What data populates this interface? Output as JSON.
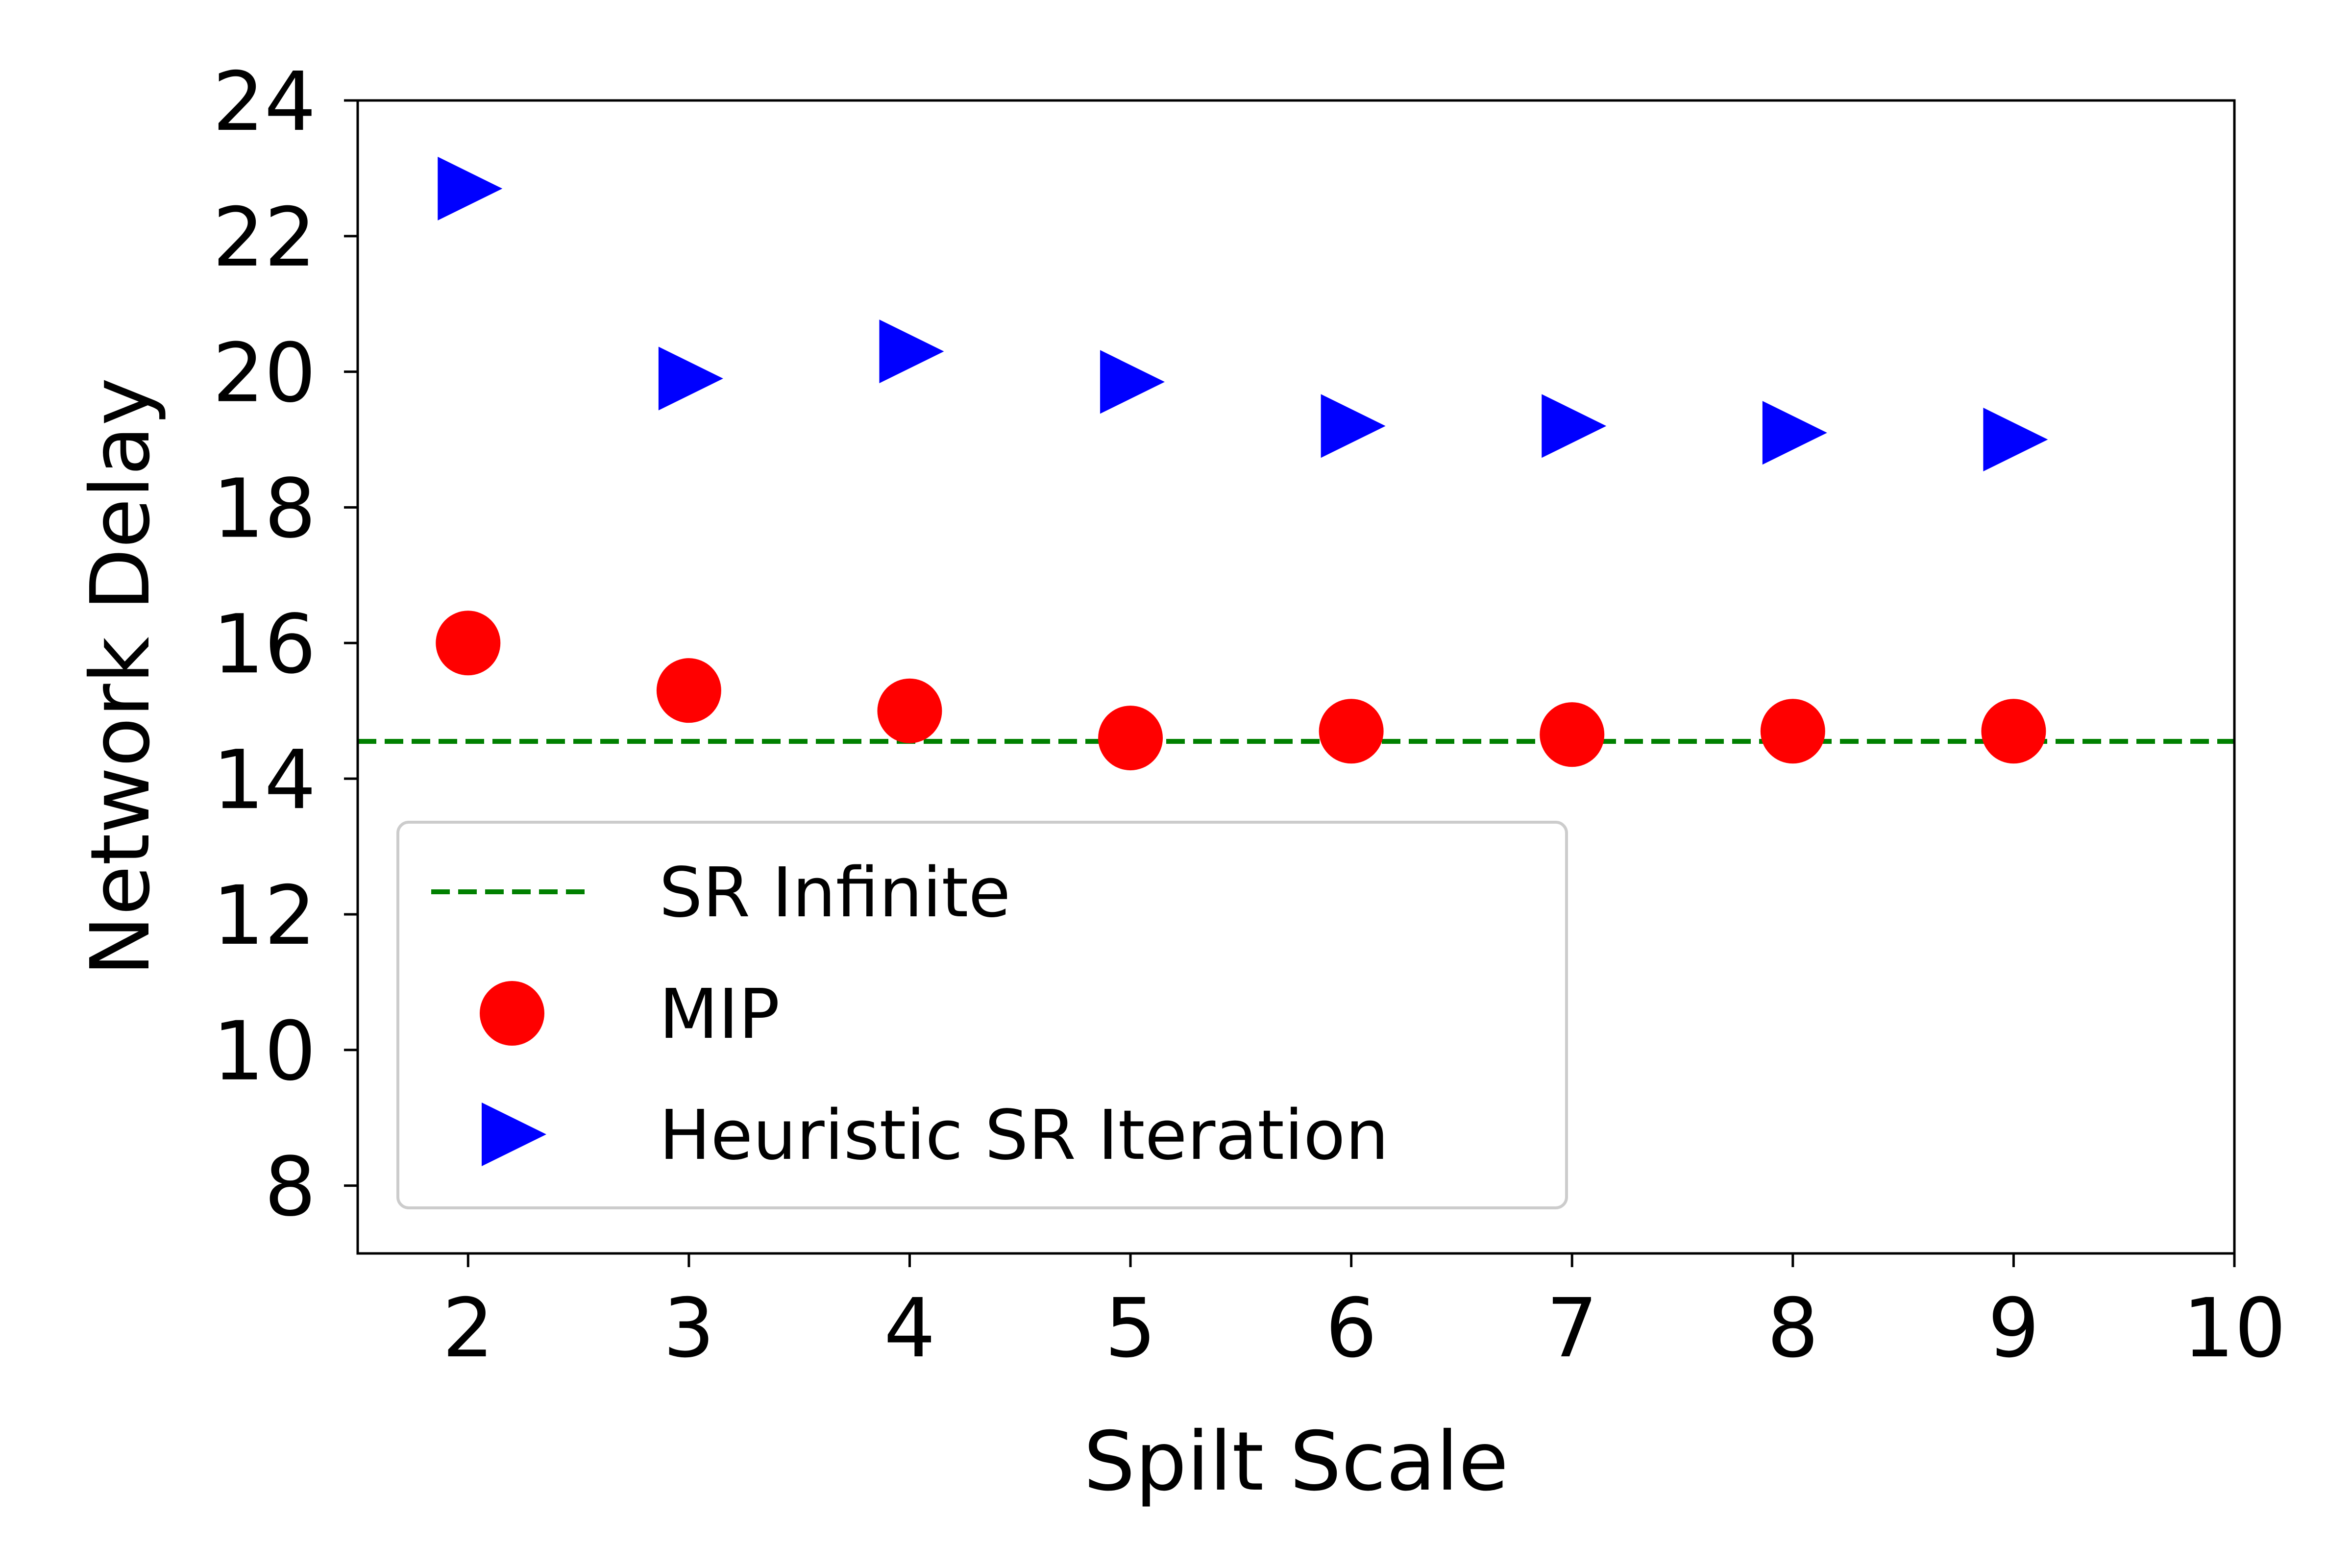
{
  "chart_data": {
    "type": "scatter",
    "xlabel": "Spilt Scale",
    "ylabel": "Network Delay",
    "xlim": [
      1.5,
      10
    ],
    "ylim": [
      7,
      24
    ],
    "xticks": [
      "2",
      "3",
      "4",
      "5",
      "6",
      "7",
      "8",
      "9",
      "10"
    ],
    "yticks": [
      "8",
      "10",
      "12",
      "14",
      "16",
      "18",
      "20",
      "22",
      "24"
    ],
    "grid": false,
    "legend_position": "lower-left",
    "series": [
      {
        "name": "SR Infinite",
        "kind": "hline",
        "y": 14.55,
        "color": "#008000",
        "style": "dashed"
      },
      {
        "name": "MIP",
        "kind": "scatter",
        "marker": "circle",
        "color": "#ff0000",
        "x": [
          2,
          3,
          4,
          5,
          6,
          7,
          8,
          9
        ],
        "y": [
          16.0,
          15.3,
          15.0,
          14.6,
          14.7,
          14.65,
          14.7,
          14.7
        ]
      },
      {
        "name": "Heuristic SR Iteration",
        "kind": "scatter",
        "marker": "triangle-right",
        "color": "#0000ff",
        "x": [
          2,
          3,
          4,
          5,
          6,
          7,
          8,
          9
        ],
        "y": [
          22.7,
          19.9,
          20.3,
          19.85,
          19.2,
          19.2,
          19.1,
          19.0
        ]
      }
    ]
  }
}
